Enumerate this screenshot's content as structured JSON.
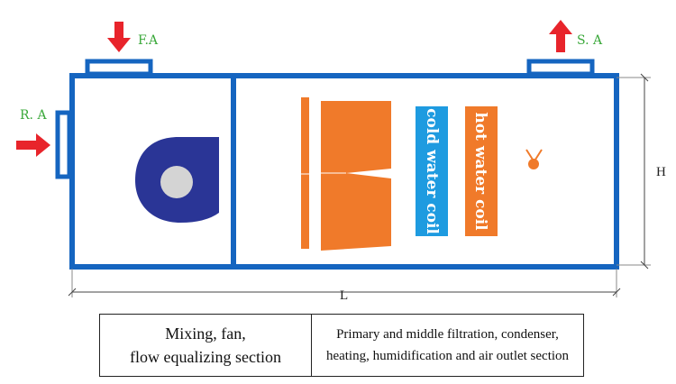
{
  "labels": {
    "fa": "F.A",
    "sa": "S. A",
    "ra": "R. A",
    "height": "H",
    "length": "L"
  },
  "coils": {
    "cold": "cold water coil",
    "hot": "hot water coil"
  },
  "colors": {
    "casing": "#1565c0",
    "fan": "#2a3596",
    "fan_hub": "#d4d4d4",
    "filter": "#f07a2a",
    "cold_coil": "#1e9be0",
    "hot_coil": "#f07a2a",
    "arrow": "#e8242b",
    "label_green": "#3aa83a"
  },
  "legend": {
    "section1_line1": "Mixing, fan,",
    "section1_line2": "flow equalizing section",
    "section2_line1": "Primary and middle  filtration, condenser,",
    "section2_line2": "heating, humidification and air outlet section"
  }
}
